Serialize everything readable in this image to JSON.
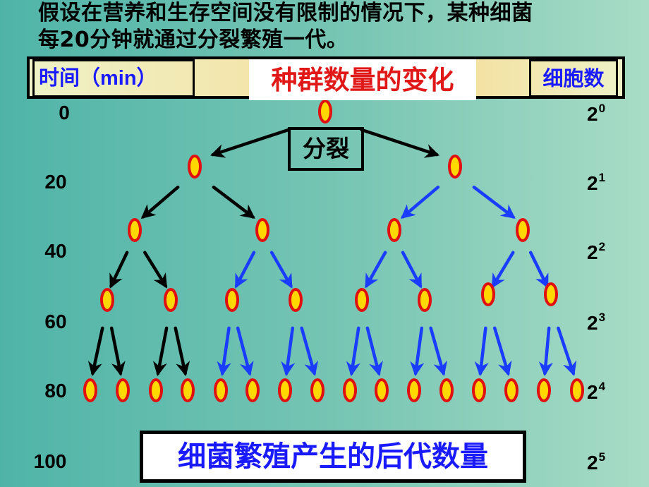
{
  "intro": {
    "line1": "假设在营养和生存空间没有限制的情况下，某种细菌",
    "line2": "每20分钟就通过分裂繁殖一代。"
  },
  "header": {
    "time_label": "时间（min）",
    "title": "种群数量的变化",
    "cells_label": "细胞数"
  },
  "split_label": "分裂",
  "rows": [
    {
      "time": "0",
      "base": "2",
      "exp": "0"
    },
    {
      "time": "20",
      "base": "2",
      "exp": "1"
    },
    {
      "time": "40",
      "base": "2",
      "exp": "2"
    },
    {
      "time": "60",
      "base": "2",
      "exp": "3"
    },
    {
      "time": "80",
      "base": "2",
      "exp": "4"
    },
    {
      "time": "100",
      "base": "2",
      "exp": "5"
    }
  ],
  "bottom_label": "细菌繁殖产生的后代数量",
  "colors": {
    "cell_fill": "#ffd800",
    "cell_border": "#e01010",
    "arrow_black": "#000000",
    "arrow_blue": "#1a3cff",
    "accent_red": "#e01818",
    "accent_blue": "#1a1aff"
  },
  "icons": {
    "cell": "bacterium-ellipse",
    "arrow": "division-arrow"
  }
}
